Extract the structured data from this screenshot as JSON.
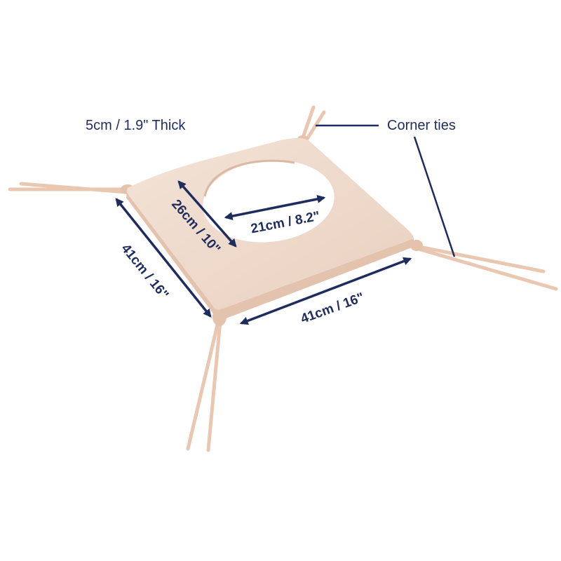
{
  "labels": {
    "thickness": "5cm / 1.9\" Thick",
    "corner_ties": "Corner ties",
    "hole_length": "26cm / 10\"",
    "hole_width": "21cm / 8.2\"",
    "side_left": "41cm / 16\"",
    "side_front": "41cm / 16\""
  },
  "colors": {
    "label_text": "#1e2c5e",
    "arrow": "#1e2c5e",
    "cushion_top": "#eed9cb",
    "cushion_side": "#e3c3ad",
    "ties": "#e9c7b1"
  }
}
